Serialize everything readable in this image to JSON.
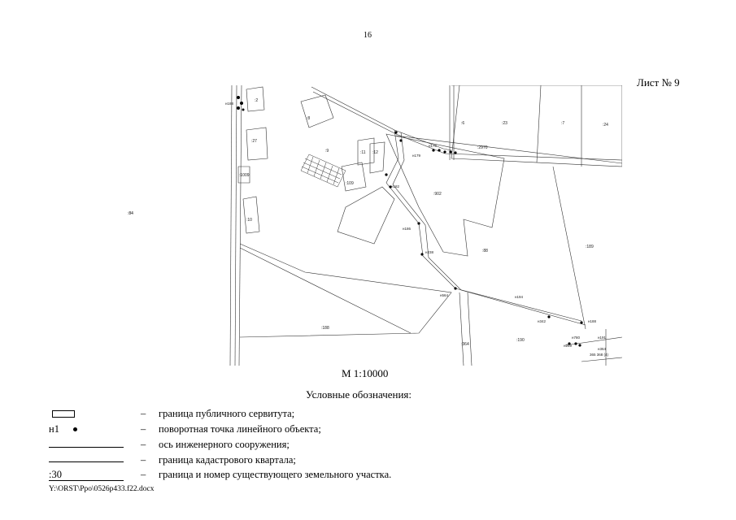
{
  "page_number": "16",
  "sheet_label": "Лист № 9",
  "scale": "М 1:10000",
  "legend": {
    "title": "Условные обозначения:",
    "dash": "–",
    "items": [
      {
        "symbol": "rect",
        "text": "граница публичного сервитута;"
      },
      {
        "symbol": "point",
        "code": "н1",
        "text": "поворотная точка линейного объекта;"
      },
      {
        "symbol": "line",
        "text": "ось инженерного сооружения;"
      },
      {
        "symbol": "line",
        "text": "граница кадастрового квартала;"
      },
      {
        "symbol": "code-line",
        "code": ":30",
        "text": "граница и номер существующего земельного участка."
      }
    ]
  },
  "file_path": "Y:\\ORST\\Ppo\\0526p433.f22.docx",
  "map": {
    "outside_label": ":84",
    "parcel_labels": [
      ":2",
      ":27",
      ":1009",
      ":8",
      ":10",
      ":9",
      ":11",
      ":12",
      ":109",
      ":6",
      ":23",
      ":7",
      ":24",
      ":2970",
      ":902",
      ":88",
      ":189",
      ":188",
      ":190",
      ":364"
    ],
    "point_labels": [
      "н188",
      "н179",
      "н176",
      "н182",
      "н186",
      "н238",
      "н564",
      "н194",
      "н342",
      "н188",
      "н780",
      "н259",
      "н191",
      "н364",
      "365 368 (4)"
    ]
  }
}
